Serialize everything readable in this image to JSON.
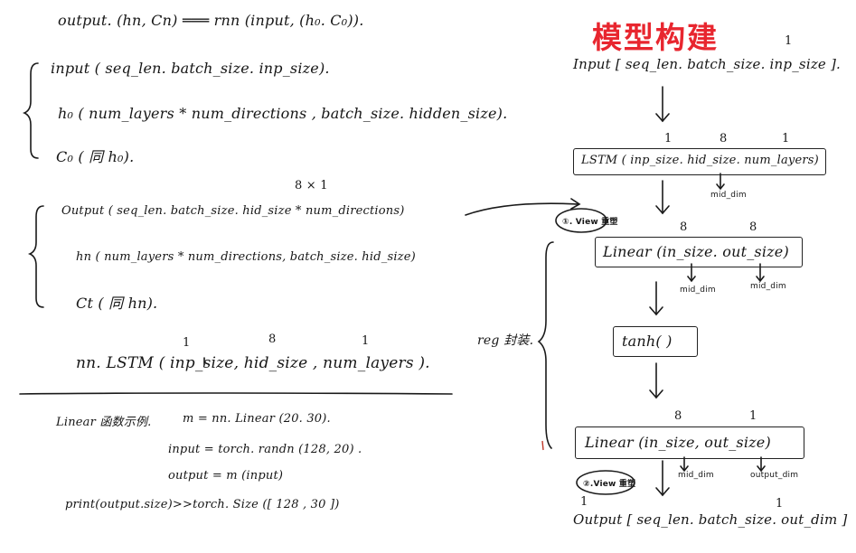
{
  "title": "模型构建",
  "left": {
    "line1": "output. (hn, Cn)  ═══  rnn (input, (h₀. C₀)).",
    "input_line": "input ( seq_len. batch_size. inp_size).",
    "h0_line": "h₀  ( num_layers * num_directions ,  batch_size.  hidden_size).",
    "c0_line": "C₀  ( 同 h₀).",
    "note_8x1": "8 × 1",
    "output_line": "Output ( seq_len. batch_size.  hid_size * num_directions)",
    "hn_line": "hn   ( num_layers * num_directions,  batch_size.  hid_size)",
    "ct_line": "Ct   ( 同 hn).",
    "lstm_line": "nn. LSTM ( inp_size,  hid_size ,  num_layers ).",
    "lstm_marks": [
      "1",
      "8",
      "1"
    ],
    "linear_title": "Linear 函数示例.",
    "linear_m": "m = nn. Linear (20. 30).",
    "linear_input": "input =  torch. randn (128, 20) .",
    "linear_output": "output =   m (input)",
    "print_line": "print(output.size)>>torch. Size ([ 128 , 30 ])"
  },
  "right": {
    "input_node": "Input [ seq_len. batch_size. inp_size ].",
    "input_mark": "1",
    "lstm_node": "LSTM ( inp_size. hid_size. num_layers)",
    "lstm_marks": [
      "1",
      "8",
      "1"
    ],
    "mid_dim": "mid_dim",
    "view1": "①. View 重塑",
    "linear1_node": "Linear (in_size. out_size)",
    "linear1_marks": [
      "8",
      "8"
    ],
    "linear1_sub": [
      "mid_dim",
      "mid_dim"
    ],
    "tanh_node": "tanh( )",
    "reg_label": "reg 封装.",
    "linear2_node": "Linear (in_size, out_size)",
    "linear2_marks": [
      "8",
      "1"
    ],
    "linear2_sub": [
      "mid_dim",
      "output_dim"
    ],
    "view2": "②.View 重塑",
    "output_node": "Output [ seq_len. batch_size. out_dim ]",
    "output_mark": "1"
  }
}
